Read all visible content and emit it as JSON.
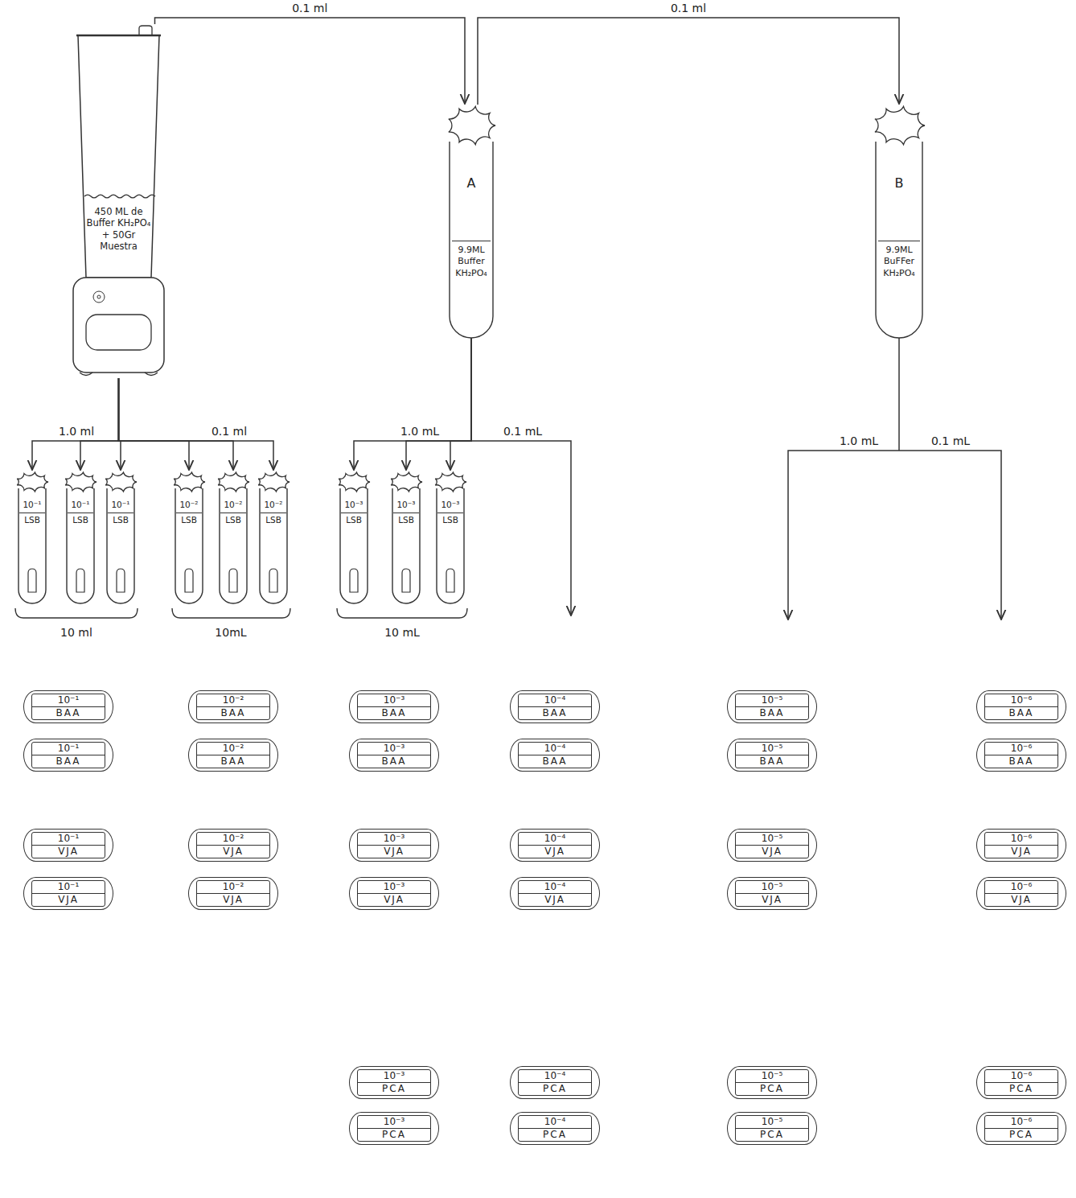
{
  "diagram": {
    "nodes": [
      {
        "text": [
          "450 ML de Buffer KH₂PO₄ + 50Gr Muestra"
        ]
      },
      {
        "text": [
          "A",
          "9.9ML Buffer KH₂PO₄"
        ]
      },
      {
        "text": [
          "B",
          "9.9ML BuFFer KH₂PO₄"
        ]
      },
      {
        "text": [
          "10⁻¹",
          "LSB"
        ]
      },
      {
        "text": [
          "10⁻¹",
          "LSB"
        ]
      },
      {
        "text": [
          "10⁻¹",
          "LSB"
        ]
      },
      {
        "text": [
          "10⁻²",
          "LSB"
        ]
      },
      {
        "text": [
          "10⁻²",
          "LSB"
        ]
      },
      {
        "text": [
          "10⁻²",
          "LSB"
        ]
      },
      {
        "text": [
          "10⁻³",
          "LSB"
        ]
      },
      {
        "text": [
          "10⁻³",
          "LSB"
        ]
      },
      {
        "text": [
          "10⁻³",
          "LSB"
        ]
      },
      {
        "text": [
          "10⁻¹",
          "BAA"
        ]
      },
      {
        "text": [
          "10⁻²",
          "BAA"
        ]
      },
      {
        "text": [
          "10⁻³",
          "BAA"
        ]
      },
      {
        "text": [
          "10⁻⁴",
          "BAA"
        ]
      },
      {
        "text": [
          "10⁻⁵",
          "BAA"
        ]
      },
      {
        "text": [
          "10⁻⁶",
          "BAA"
        ]
      },
      {
        "text": [
          "10⁻¹",
          "BAA"
        ]
      },
      {
        "text": [
          "10⁻²",
          "BAA"
        ]
      },
      {
        "text": [
          "10⁻³",
          "BAA"
        ]
      },
      {
        "text": [
          "10⁻⁴",
          "BAA"
        ]
      },
      {
        "text": [
          "10⁻⁵",
          "BAA"
        ]
      },
      {
        "text": [
          "10⁻⁶",
          "BAA"
        ]
      },
      {
        "text": [
          "10⁻¹",
          "VJA"
        ]
      },
      {
        "text": [
          "10⁻²",
          "VJA"
        ]
      },
      {
        "text": [
          "10⁻³",
          "VJA"
        ]
      },
      {
        "text": [
          "10⁻⁴",
          "VJA"
        ]
      },
      {
        "text": [
          "10⁻⁵",
          "VJA"
        ]
      },
      {
        "text": [
          "10⁻⁶",
          "VJA"
        ]
      },
      {
        "text": [
          "10⁻¹",
          "VJA"
        ]
      },
      {
        "text": [
          "10⁻²",
          "VJA"
        ]
      },
      {
        "text": [
          "10⁻³",
          "VJA"
        ]
      },
      {
        "text": [
          "10⁻⁴",
          "VJA"
        ]
      },
      {
        "text": [
          "10⁻⁵",
          "VJA"
        ]
      },
      {
        "text": [
          "10⁻⁶",
          "VJA"
        ]
      },
      {
        "text": [
          "10⁻³",
          "PCA"
        ]
      },
      {
        "text": [
          "10⁻⁴",
          "PCA"
        ]
      },
      {
        "text": [
          "10⁻⁵",
          "PCA"
        ]
      },
      {
        "text": [
          "10⁻⁶",
          "PCA"
        ]
      },
      {
        "text": [
          "10⁻³",
          "PCA"
        ]
      },
      {
        "text": [
          "10⁻⁴",
          "PCA"
        ]
      },
      {
        "text": [
          "10⁻⁵",
          "PCA"
        ]
      },
      {
        "text": [
          "10⁻⁶",
          "PCA"
        ]
      }
    ],
    "edges": [
      {
        "from": 0,
        "to": 1,
        "label": "0.1 ml",
        "arrow": "to"
      },
      {
        "from": 1,
        "to": 2,
        "label": "0.1 ml",
        "arrow": "to"
      },
      {
        "from": 0,
        "to": 3,
        "label": "1.0 ml",
        "arrow": "to"
      },
      {
        "from": 0,
        "to": 4,
        "arrow": "to"
      },
      {
        "from": 0,
        "to": 5,
        "arrow": "to"
      },
      {
        "from": 0,
        "to": 6,
        "label": "0.1 ml",
        "arrow": "to"
      },
      {
        "from": 0,
        "to": 7,
        "arrow": "to"
      },
      {
        "from": 0,
        "to": 8,
        "arrow": "to"
      },
      {
        "from": 1,
        "to": 9,
        "label": "1.0 mL",
        "arrow": "to"
      },
      {
        "from": 1,
        "to": 10,
        "arrow": "to"
      },
      {
        "from": 1,
        "to": 11,
        "arrow": "to"
      }
    ],
    "labels": [
      "0.1 mL",
      "1.0 mL",
      "0.1 mL",
      "10 ml",
      "10mL",
      "10 mL"
    ]
  }
}
